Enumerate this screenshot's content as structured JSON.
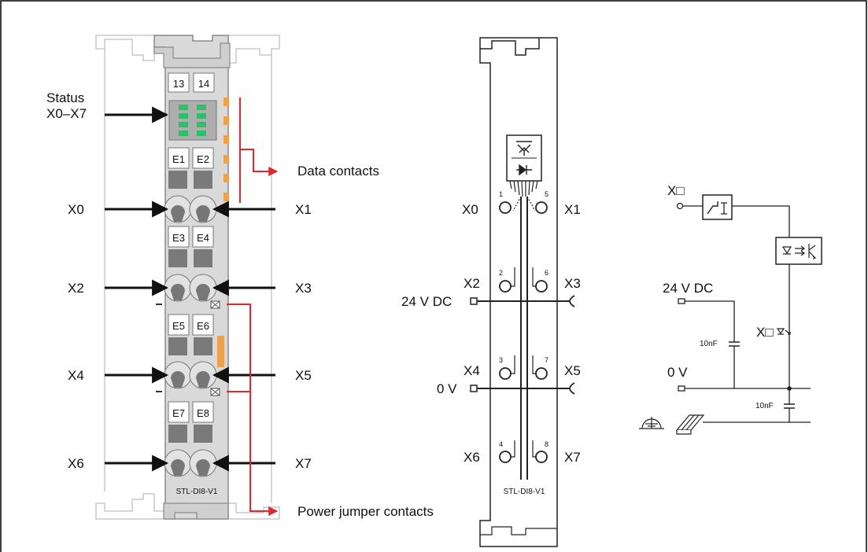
{
  "colors": {
    "frame": "#000000",
    "module_body": "#d9d9d9",
    "module_outline": "#8c8c8c",
    "neighbor_outline": "#c8c8c8",
    "led": "#2fbf6a",
    "orange": "#f0a04a",
    "arrow": "#111111",
    "callout": "#e3262b",
    "terminal_cap": "#e2e2e2",
    "terminal_hole": "#777777"
  },
  "module": {
    "top_labels": [
      "13",
      "14"
    ],
    "status_label": [
      "Status",
      "X0–X7"
    ],
    "slot_labels": [
      "E1",
      "E2",
      "E3",
      "E4",
      "E5",
      "E6",
      "E7",
      "E8"
    ],
    "left_ports": [
      "X0",
      "X2",
      "X4",
      "X6"
    ],
    "right_ports": [
      "X1",
      "X3",
      "X5",
      "X7"
    ],
    "model": "STL-DI8-V1",
    "callouts": {
      "data": "Data contacts",
      "power": "Power jumper contacts"
    }
  },
  "schematic": {
    "left_ports": [
      "X0",
      "X2",
      "X4",
      "X6"
    ],
    "right_ports": [
      "X1",
      "X3",
      "X5",
      "X7"
    ],
    "pin_numbers_left": [
      "1",
      "2",
      "3",
      "4"
    ],
    "pin_numbers_right": [
      "5",
      "6",
      "7",
      "8"
    ],
    "supply_24v": "24 V DC",
    "supply_0v": "0 V",
    "model": "STL-DI8-V1"
  },
  "circuit": {
    "input_label": "X□",
    "led_label": "X□",
    "supply_24v": "24 V DC",
    "supply_0v": "0 V",
    "cap1": "10nF",
    "cap2": "10nF",
    "icons": [
      "filter-icon",
      "optocoupler-icon",
      "led-icon",
      "ground-icon",
      "din-rail-icon"
    ]
  }
}
